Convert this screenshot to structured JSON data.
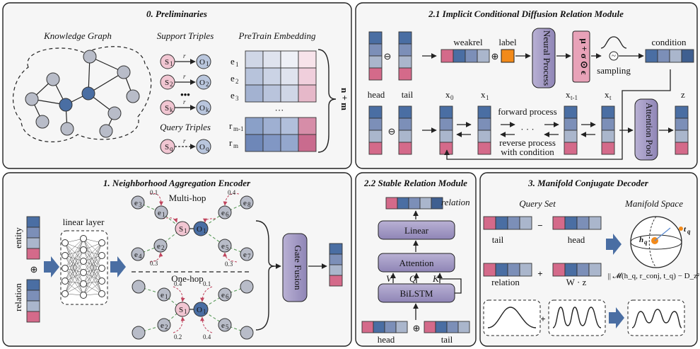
{
  "panels": {
    "p0": {
      "title": "0. Preliminaries"
    },
    "p21": {
      "title": "2.1 Implicit Conditional Diffusion Relation Module"
    },
    "p1": {
      "title": "1. Neighborhood Aggregation Encoder"
    },
    "p22": {
      "title": "2.2 Stable Relation Module"
    },
    "p3": {
      "title": "3. Manifold Conjugate Decoder"
    }
  },
  "prelim": {
    "kg_label": "Knowledge Graph",
    "support_label": "Support Triples",
    "pretrain_label": "PreTrain Embedding",
    "query_label": "Query Triples",
    "r": "r",
    "dots": "•••",
    "emb_dots": "···",
    "nm": "n + m",
    "s1": "S",
    "s1_sub": "1",
    "o1": "O",
    "o1_sub": "1",
    "s2": "S",
    "s2_sub": "2",
    "o2": "O",
    "o2_sub": "2",
    "sk": "S",
    "sk_sub": "k",
    "ok": "O",
    "ok_sub": "k",
    "sq": "S",
    "sq_sub": "q",
    "oq": "O",
    "oq_sub": "q",
    "e1": "e",
    "e1_sub": "1",
    "e2": "e",
    "e2_sub": "2",
    "e3": "e",
    "e3_sub": "3",
    "rm1": "r",
    "rm1_sub": "m-1",
    "rm": "r",
    "rm_sub": "m"
  },
  "diffusion": {
    "weakrel": "weakrel",
    "label": "label",
    "neural_process": "Neural Process",
    "formula": "μ + σ ⊙ ϵ",
    "sampling": "sampling",
    "condition": "condition",
    "head": "head",
    "tail": "tail",
    "x0": "x",
    "x0_sub": "0",
    "x1": "x",
    "x1_sub": "1",
    "xt1": "x",
    "xt1_sub": "t-1",
    "xt": "x",
    "xt_sub": "t",
    "z": "z",
    "forward": "forward process",
    "reverse1": "reverse process",
    "reverse2": "with condition",
    "attn_pool": "Attention Pool",
    "dots": "· · ·"
  },
  "encoder": {
    "multihop": "Multi-hop",
    "onehop": "One-hop",
    "linear_layer": "linear layer",
    "entity": "entity",
    "relation": "relation",
    "gate_fusion": "Gate Fusion",
    "w01": "0.1",
    "w04": "0.4",
    "w03a": "0.3",
    "w03b": "0.3",
    "w04b": "0.4",
    "w01b": "0.1",
    "w02": "0.2",
    "w04c": "0.4",
    "n_e1": "e",
    "n_e1_sub": "1",
    "n_e2": "e",
    "n_e2_sub": "2",
    "n_e3": "e",
    "n_e3_sub": "3",
    "n_e4": "e",
    "n_e4_sub": "4",
    "n_e5": "e",
    "n_e5_sub": "5",
    "n_e6": "e",
    "n_e6_sub": "6",
    "n_e7": "e",
    "n_e7_sub": "7",
    "n_e8": "e",
    "n_e8_sub": "8",
    "n_s1": "S",
    "n_s1_sub": "1",
    "n_o1": "O",
    "n_o1_sub": "1"
  },
  "stable": {
    "relation": "relation",
    "linear": "Linear",
    "attention": "Attention",
    "bilstm": "BiLSTM",
    "v": "V",
    "q": "Q",
    "k": "K",
    "head": "head",
    "tail": "tail"
  },
  "decoder": {
    "query_set": "Query Set",
    "manifold_space": "Manifold Space",
    "tail": "tail",
    "head": "head",
    "relation": "relation",
    "wz": "W · z",
    "minus": "−",
    "plus": "+",
    "tq": "t",
    "tq_sub": "q",
    "hq": "h",
    "hq_sub": "q",
    "formula": "|| 𝓜(h_q, r_conj, t_q) − D_z² ||"
  },
  "colors": {
    "blue": "#4a6ea3",
    "pink": "#d46a8a",
    "light": "#aab6cc",
    "orange": "#f28a1a"
  }
}
